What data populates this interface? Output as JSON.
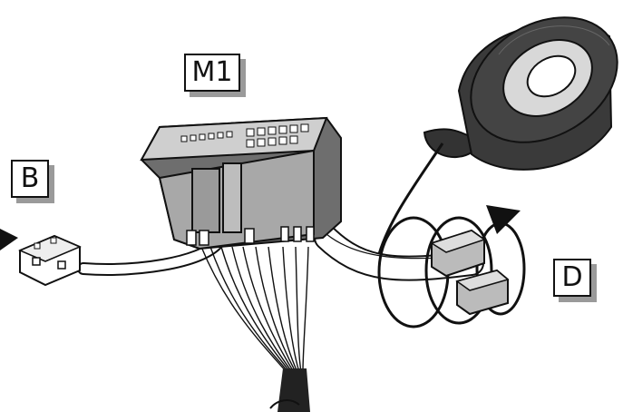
{
  "labels": {
    "m1": "M1",
    "b": "B",
    "d": "D"
  },
  "colors": {
    "background": "#ffffff",
    "outline": "#111111",
    "connector_fill": "#a8a8a8",
    "connector_shadow": "#6e6e6e",
    "tape_face": "#3a3a3a",
    "tape_core": "#d8d8d8",
    "callout_shadow": "#9a9a9a"
  }
}
